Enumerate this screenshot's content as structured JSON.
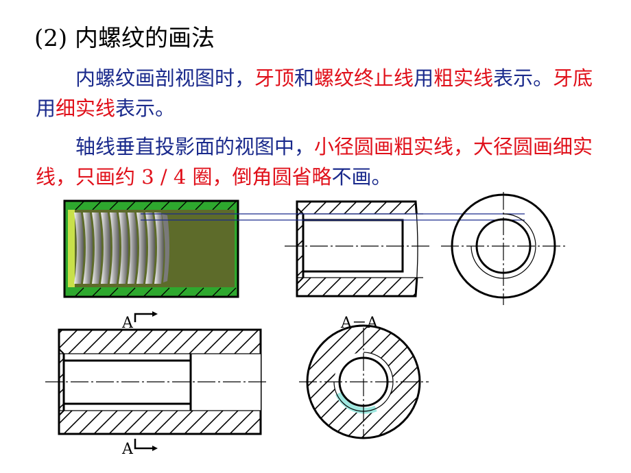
{
  "title": "(2)  内螺纹的画法",
  "para1": {
    "s1": "内螺纹画剖视图时，",
    "s2": "牙顶",
    "s3": "和",
    "s4": "螺纹终止线",
    "s5": "用",
    "s6": "粗实线",
    "s7": "表示。",
    "s8": "牙底",
    "s9": "用",
    "s10": "细实线",
    "s11": "表示。"
  },
  "para2": {
    "s1": "轴线垂直投影面的视图中，",
    "s2": "小径圆画粗实线，大径圆画细实线，只画约 3 / 4  圈，倒角圆省略",
    "s3": "不画。"
  },
  "labels": {
    "section_top": "A",
    "section_bottom": "A",
    "section_view": "A－A"
  },
  "colors": {
    "blue_text": "#1a2a8c",
    "red_text": "#e0101a",
    "model_green": "#2ea82e",
    "model_olive": "#5d6b2a",
    "highlight_cyan": "#9fe8e0"
  }
}
